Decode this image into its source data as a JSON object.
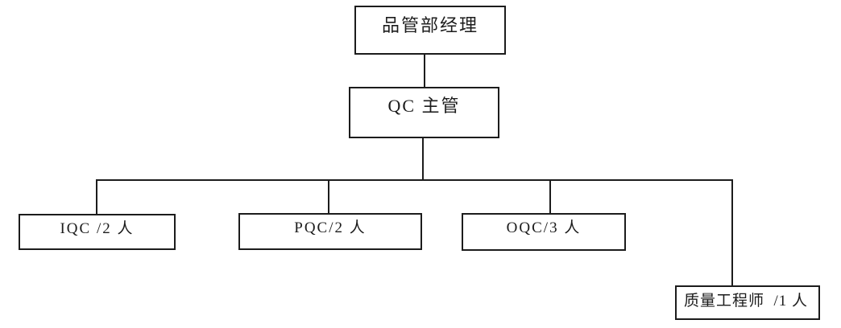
{
  "diagram": {
    "type": "org-chart",
    "background_color": "#ffffff",
    "line_color": "#1c1c1c",
    "text_color": "#1c1c1c",
    "nodes": {
      "manager": {
        "label": "品管部经理"
      },
      "supervisor": {
        "label": "QC 主管"
      },
      "iqc": {
        "label": "IQC /2 人"
      },
      "pqc": {
        "label": "PQC/2 人"
      },
      "oqc": {
        "label": "OQC/3 人"
      },
      "engineer": {
        "label": "质量工程师  /1 人"
      }
    },
    "edges": [
      {
        "from": "manager",
        "to": "supervisor"
      },
      {
        "from": "supervisor",
        "to": "iqc"
      },
      {
        "from": "supervisor",
        "to": "pqc"
      },
      {
        "from": "supervisor",
        "to": "oqc"
      },
      {
        "from": "supervisor",
        "to": "engineer"
      }
    ]
  }
}
